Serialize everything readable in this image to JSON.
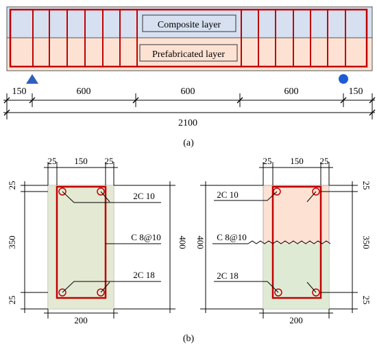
{
  "beam": {
    "composite_label": "Composite layer",
    "prefab_label": "Prefabricated layer",
    "colors": {
      "composite_fill": "#d6e0f0",
      "prefab_fill": "#fde2d4",
      "stirrup": "#c00000",
      "support_pin": "#2e5fbf",
      "support_roller": "#1f5bd6"
    },
    "dims_top": [
      "150",
      "600",
      "600",
      "600",
      "150"
    ],
    "dim_total": "2100",
    "caption": "(a)"
  },
  "sections": {
    "caption": "(b)",
    "left": {
      "top_dims": [
        "25",
        "150",
        "25"
      ],
      "left_dims": [
        "25",
        "350",
        "25"
      ],
      "height_dim": "400",
      "width_dim": "200",
      "labels": [
        "2C 10",
        "C 8@10",
        "2C 18"
      ],
      "highlight_fill": "#d9ebd3"
    },
    "right": {
      "top_dims": [
        "25",
        "150",
        "25"
      ],
      "right_dims": [
        "25",
        "350",
        "25"
      ],
      "height_dim": "400",
      "width_dim": "200",
      "labels": [
        "2C 10",
        "C 8@10",
        "2C 18"
      ],
      "highlight_fill": "#d9ebd3"
    }
  }
}
